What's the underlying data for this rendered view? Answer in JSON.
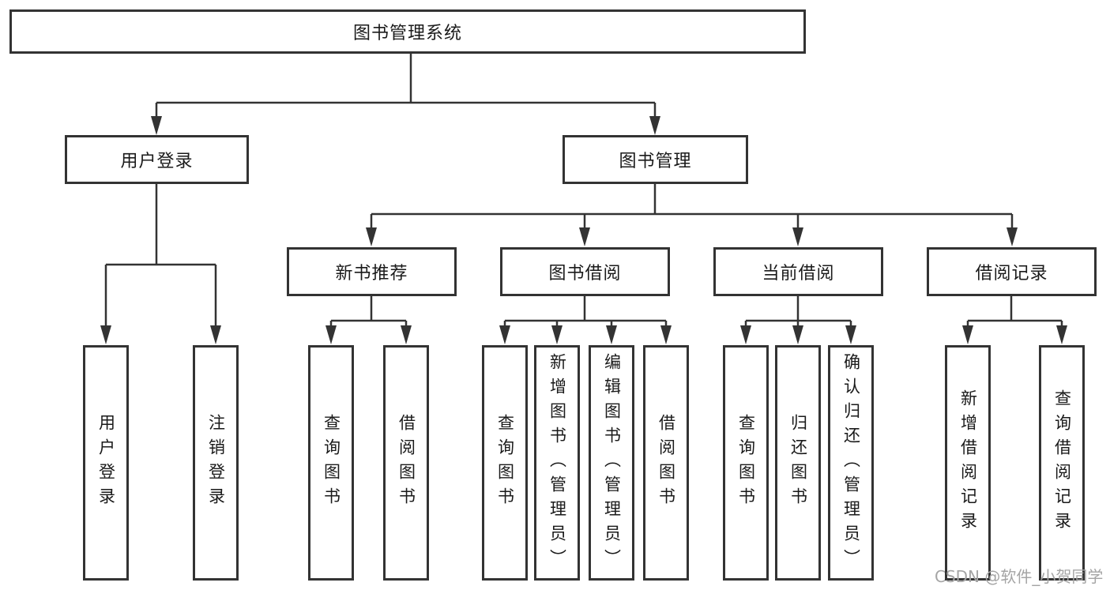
{
  "page": {
    "background": "#ffffff"
  },
  "colors": {
    "line": "#333333",
    "box_border": "#333333",
    "text": "#1a1a1a",
    "watermark": "#a5a5a5"
  },
  "watermark": {
    "text": "CSDN @软件_小贺同学"
  },
  "diagram": {
    "root": {
      "label": "图书管理系统"
    },
    "level2": [
      {
        "label": "用户登录",
        "children": [
          {
            "label": "用户登录"
          },
          {
            "label": "注销登录"
          }
        ]
      },
      {
        "label": "图书管理",
        "children": [
          {
            "label": "新书推荐",
            "children": [
              {
                "label": "查询图书"
              },
              {
                "label": "借阅图书"
              }
            ]
          },
          {
            "label": "图书借阅",
            "children": [
              {
                "label": "查询图书"
              },
              {
                "label": "新增图书（管理员）"
              },
              {
                "label": "编辑图书（管理员）"
              },
              {
                "label": "借阅图书"
              }
            ]
          },
          {
            "label": "当前借阅",
            "children": [
              {
                "label": "查询图书"
              },
              {
                "label": "归还图书"
              },
              {
                "label": "确认归还（管理员）"
              }
            ]
          },
          {
            "label": "借阅记录",
            "children": [
              {
                "label": "新增借阅记录"
              },
              {
                "label": "查询借阅记录"
              }
            ]
          }
        ]
      }
    ]
  }
}
